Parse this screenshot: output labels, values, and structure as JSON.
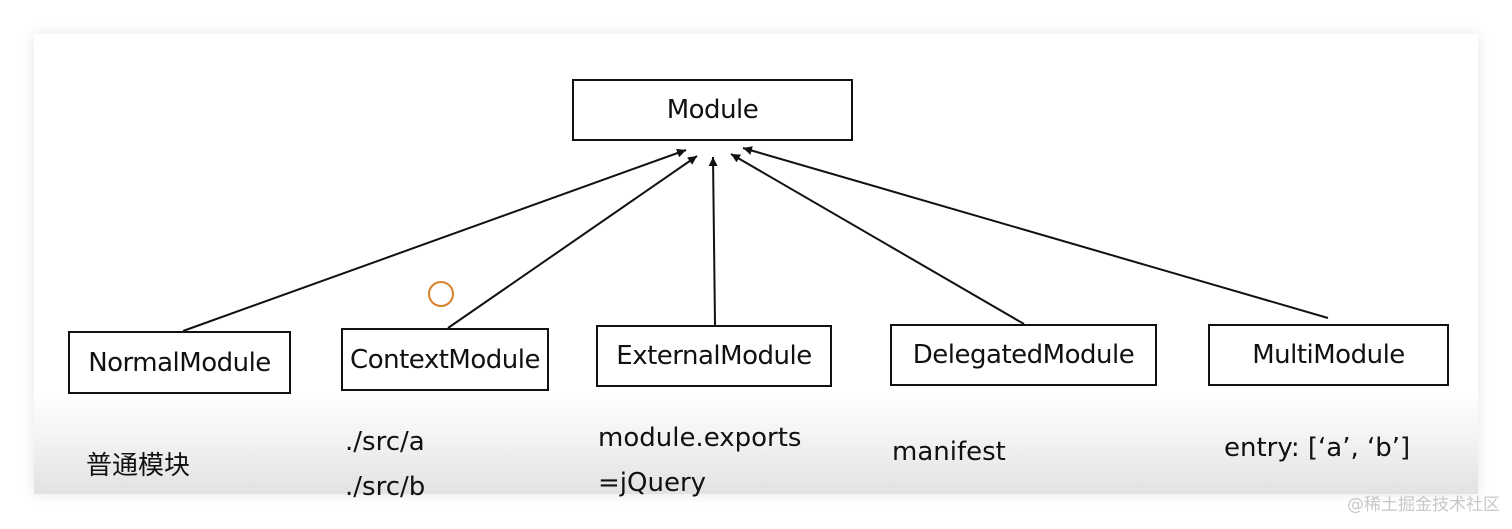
{
  "root": {
    "label": "Module"
  },
  "subclasses": [
    {
      "id": "normal",
      "label": "NormalModule",
      "note": [
        "普通模块"
      ]
    },
    {
      "id": "context",
      "label": "ContextModule",
      "note": [
        "./src/a",
        "./src/b"
      ]
    },
    {
      "id": "external",
      "label": "ExternalModule",
      "note": [
        "module.exports",
        "=jQuery"
      ]
    },
    {
      "id": "delegated",
      "label": "DelegatedModule",
      "note": [
        "manifest"
      ]
    },
    {
      "id": "multi",
      "label": "MultiModule",
      "note": [
        "entry: [‘a’, ‘b’]"
      ]
    }
  ],
  "watermark": "@稀土掘金技术社区"
}
